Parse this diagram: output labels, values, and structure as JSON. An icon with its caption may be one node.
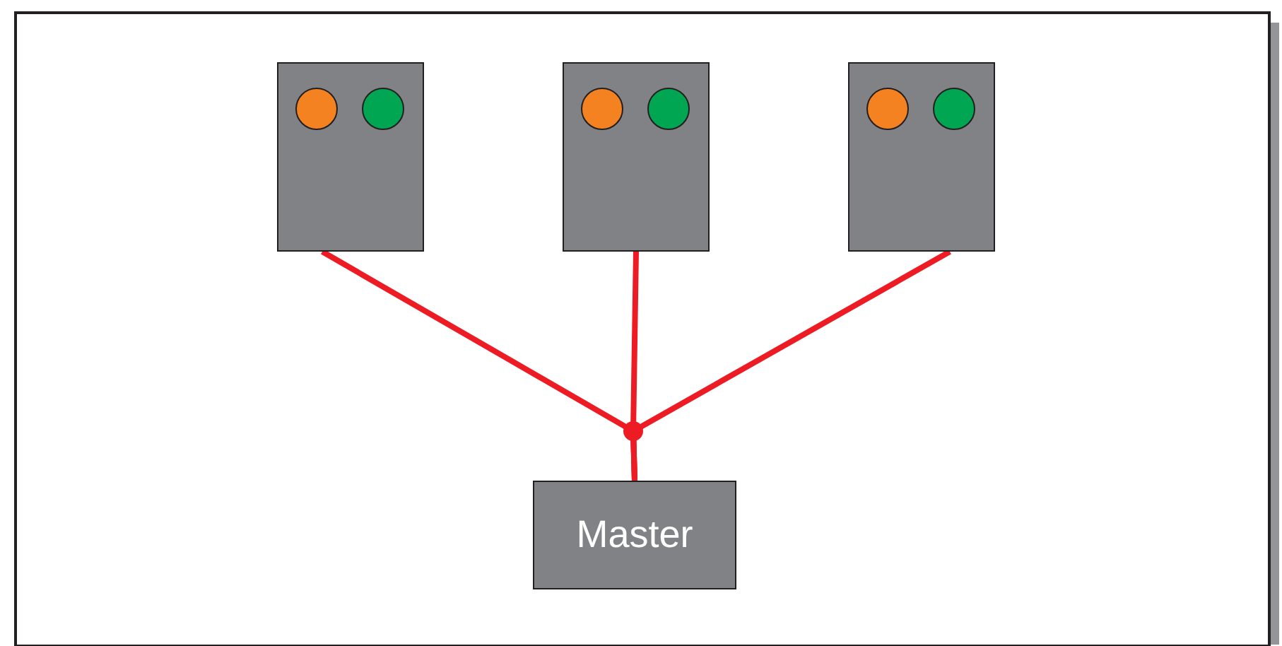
{
  "diagram": {
    "nodes": [
      {
        "text": [],
        "shape": "box"
      },
      {
        "text": [],
        "shape": "box"
      },
      {
        "text": [],
        "shape": "box"
      },
      {
        "text": [
          "Master"
        ]
      }
    ],
    "edges": [
      {
        "from": 0,
        "to": 3,
        "arrow": "none"
      },
      {
        "from": 1,
        "to": 3,
        "arrow": "none"
      },
      {
        "from": 2,
        "to": 3,
        "arrow": "none"
      }
    ]
  }
}
